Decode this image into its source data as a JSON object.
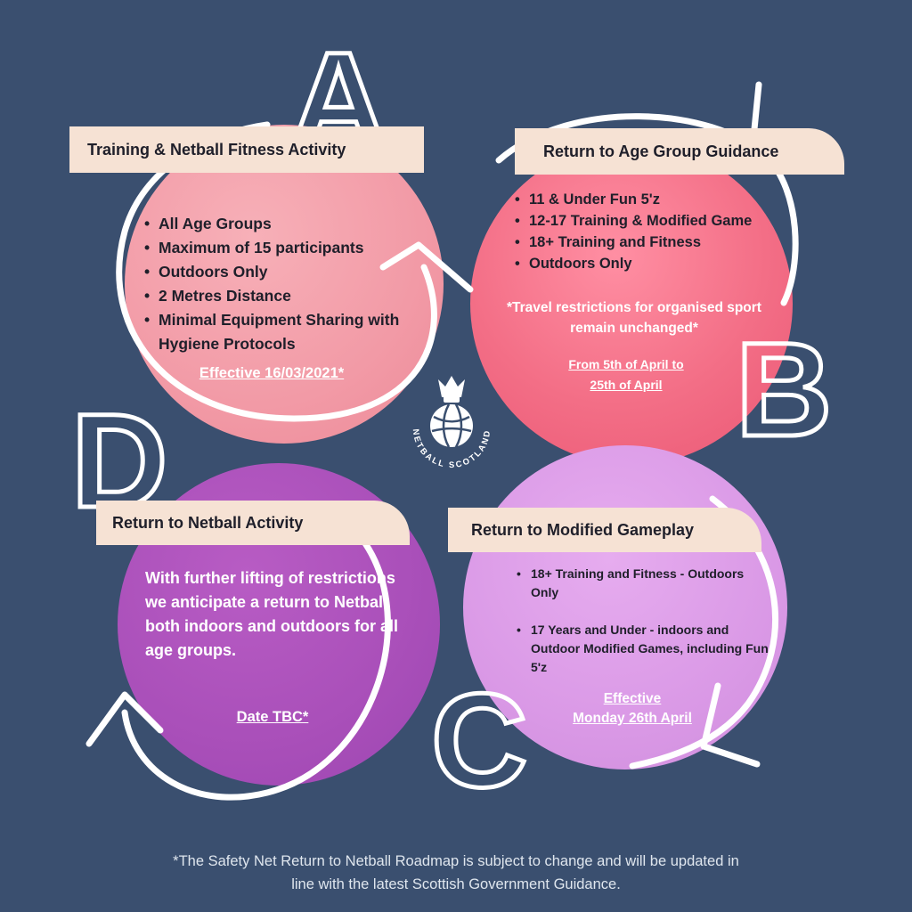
{
  "stages": {
    "a": {
      "letter": "A",
      "title": "Training & Netball Fitness Activity",
      "items": [
        "All Age Groups",
        "Maximum of 15 participants",
        "Outdoors Only",
        "2 Metres Distance",
        "Minimal Equipment Sharing with Hygiene Protocols"
      ],
      "effective": "Effective 16/03/2021*"
    },
    "b": {
      "letter": "B",
      "title": "Return to Age Group Guidance",
      "items": [
        "11 & Under Fun 5'z",
        "12-17 Training & Modified Game",
        "18+ Training and Fitness",
        "Outdoors Only"
      ],
      "note": "*Travel restrictions for organised sport remain unchanged*",
      "effective_line1": "From 5th of April to",
      "effective_line2": "25th of April"
    },
    "c": {
      "letter": "C",
      "title": "Return to Modified Gameplay",
      "items": [
        "18+ Training and Fitness - Outdoors Only",
        "17 Years and Under - indoors and Outdoor Modified Games, including Fun 5'z"
      ],
      "effective_line1": "Effective",
      "effective_line2": "Monday 26th April"
    },
    "d": {
      "letter": "D",
      "title": "Return to Netball Activity",
      "body": "With further lifting of restrictions we anticipate a return to Netball both indoors and outdoors for all age groups.",
      "effective": "Date TBC*"
    }
  },
  "logo_text": "NETBALL SCOTLAND",
  "footer": {
    "line1": "*The Safety Net Return to Netball Roadmap is subject to change and will be updated in",
    "line2": "line with the latest Scottish Government Guidance."
  },
  "colors": {
    "background": "#3a4f6f",
    "stage_a": "#f29aa6",
    "stage_b": "#f36e86",
    "stage_c": "#da99e6",
    "stage_d": "#a94fb9",
    "banner": "#f6e2d4"
  }
}
